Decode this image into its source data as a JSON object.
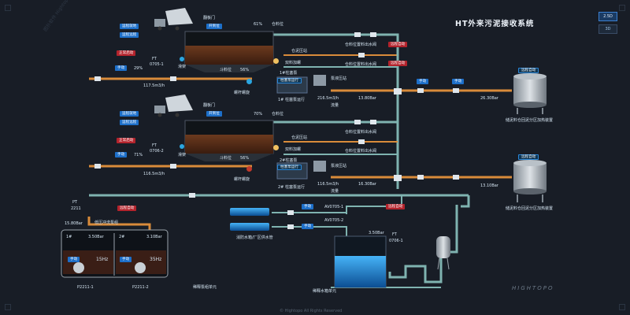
{
  "title": "HT外来污泥接收系统",
  "view_buttons": [
    "2.5D",
    "3D"
  ],
  "footer": "© Hightopo All Rights Reserved",
  "watermark_left": "图扑软件 Hightopo",
  "brand": "HIGHTOPO",
  "unit1": {
    "tags_left": [
      "运程就地",
      "运程远程",
      "正常启动"
    ],
    "label_gate": "翻板门",
    "label_open": "开到位",
    "level_pct": "61%",
    "label_level": "仓料位",
    "label_material_hold": "仓泥压站",
    "label_pressure_pump": "双料加螺",
    "label_manual": "手动",
    "flow_pct": "29%",
    "label_ft": "FT",
    "ft_code": "0705-1",
    "label_slide": "滑架",
    "label_slide_pos": "斗料位",
    "slide_pct": "56%",
    "flow_rate": "117.5m3/h",
    "label_scraper": "螺杆螺旋",
    "pump_name": "1#柱塞泵",
    "pump_state": "柱塞泵运行",
    "pump_label": "1# 柱塞泵运行",
    "pump_station": "泵液压站",
    "flow2": "216.5m3/h",
    "flow2_label": "流量",
    "pressure": "13.80Bar",
    "valve_a": "仓料位置料出水阀",
    "valve_b": "仓料位置料出水阀",
    "tag_remote": "远程自动",
    "tag_remote2": "远程自动",
    "tag_manual2": "手动",
    "tag_manual3": "手动",
    "tank_pressure": "26.30Bar",
    "tank_tag": "远程自动",
    "tank_label": "储泥料仓回泥分区加热装置"
  },
  "unit2": {
    "tags_left": [
      "运程就地",
      "运程远程",
      "正常启动"
    ],
    "label_gate": "翻板门",
    "label_open": "开到位",
    "level_pct": "70%",
    "label_level": "仓料位",
    "label_material_hold": "仓泥压站",
    "label_pressure_pump": "双料加螺",
    "label_manual": "手动",
    "flow_pct": "71%",
    "label_ft": "FT",
    "ft_code": "0706-2",
    "label_slide": "滑架",
    "label_slide_pos": "斗料位",
    "slide_pct": "56%",
    "flow_rate": "116.5m3/h",
    "label_scraper": "螺杆螺旋",
    "pump_name": "2#柱塞泵",
    "pump_state": "柱塞泵运行",
    "pump_label": "2# 柱塞泵运行",
    "pump_station": "泵液压站",
    "flow2": "116.5m3/h",
    "flow2_label": "流量",
    "pressure": "16.30Bar",
    "valve_a": "仓料位置料出水阀",
    "valve_b": "仓料位置料出水阀",
    "tank_pressure": "13.10Bar",
    "tank_tag": "远程自动",
    "tank_label": "储泥料仓回泥分区加热装置"
  },
  "lower": {
    "pt_label": "PT",
    "pt_code": "2211",
    "pt_value": "15.80Bar",
    "tag_remote": "远程自动",
    "tag_remote_b": "远程自动",
    "tag_manual": "手动",
    "tag_manual_b": "手动",
    "unit_name": "低压冲洗泵组",
    "valve_a": "AV0705-1",
    "valve_b": "AV0705-2",
    "tank_left_label": "消防水箱/厂区供水管",
    "tank_pressure": "3.50Bar",
    "ft_label": "FT",
    "ft_code": "0706-1",
    "tank_label": "稀释水箱单元",
    "pump1": {
      "id": "1#",
      "pressure": "3.50Bar",
      "mode": "手动",
      "freq": "15Hz",
      "name": "P2211-1"
    },
    "pump2": {
      "id": "2#",
      "pressure": "3.10Bar",
      "mode": "手动",
      "freq": "35Hz",
      "name": "P2211-2"
    },
    "group_label": "稀释泵组单元"
  },
  "colors": {
    "pipe_orange": "#d98b3a",
    "pipe_teal": "#7fb3b0",
    "accent_blue": "#1d6fc9",
    "accent_red": "#b3232c",
    "water": "#1a8fe0"
  }
}
